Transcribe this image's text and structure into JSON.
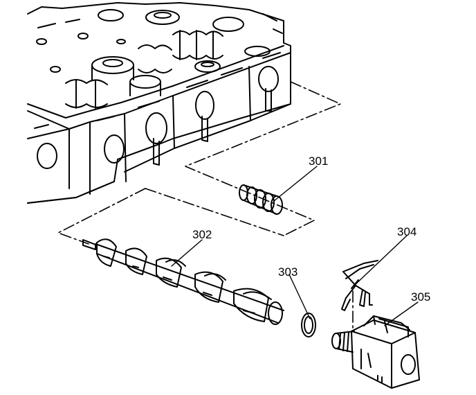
{
  "callouts": {
    "c301": "301",
    "c302": "302",
    "c303": "303",
    "c304": "304",
    "c305": "305"
  },
  "colors": {
    "ink": "#000000",
    "paper": "#ffffff"
  }
}
